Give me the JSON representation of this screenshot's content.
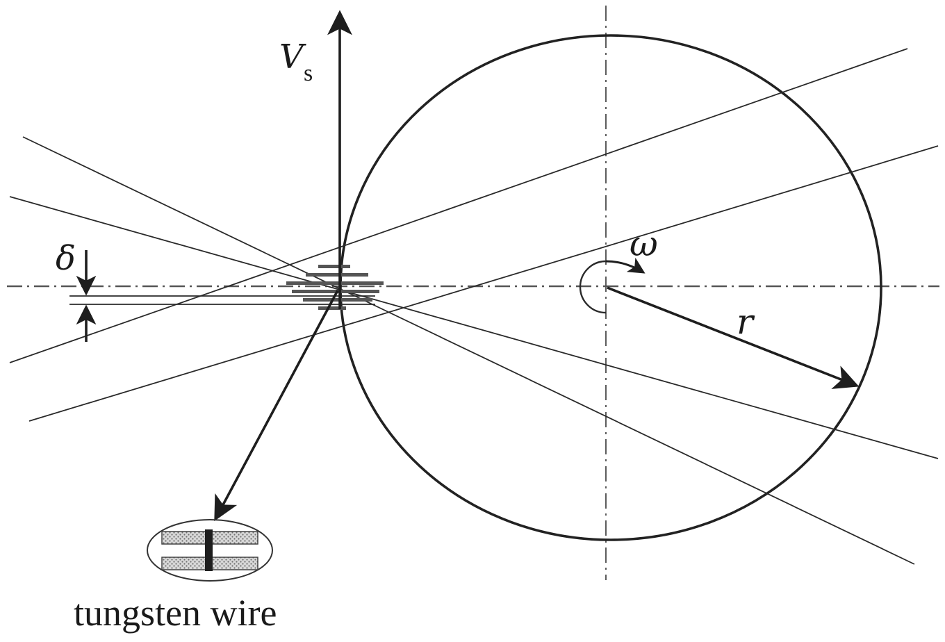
{
  "labels": {
    "velocity_symbol": "V",
    "velocity_subscript": "s",
    "omega": "ω",
    "radius": "r",
    "delta": "δ",
    "tungsten_wire": "tungsten wire"
  },
  "colors": {
    "line": "#222222",
    "background": "#ffffff",
    "hatch": "#555555"
  },
  "icons": {
    "arrowhead": "filled-triangle-arrowhead",
    "rotation": "circular-rotation-arrow"
  }
}
